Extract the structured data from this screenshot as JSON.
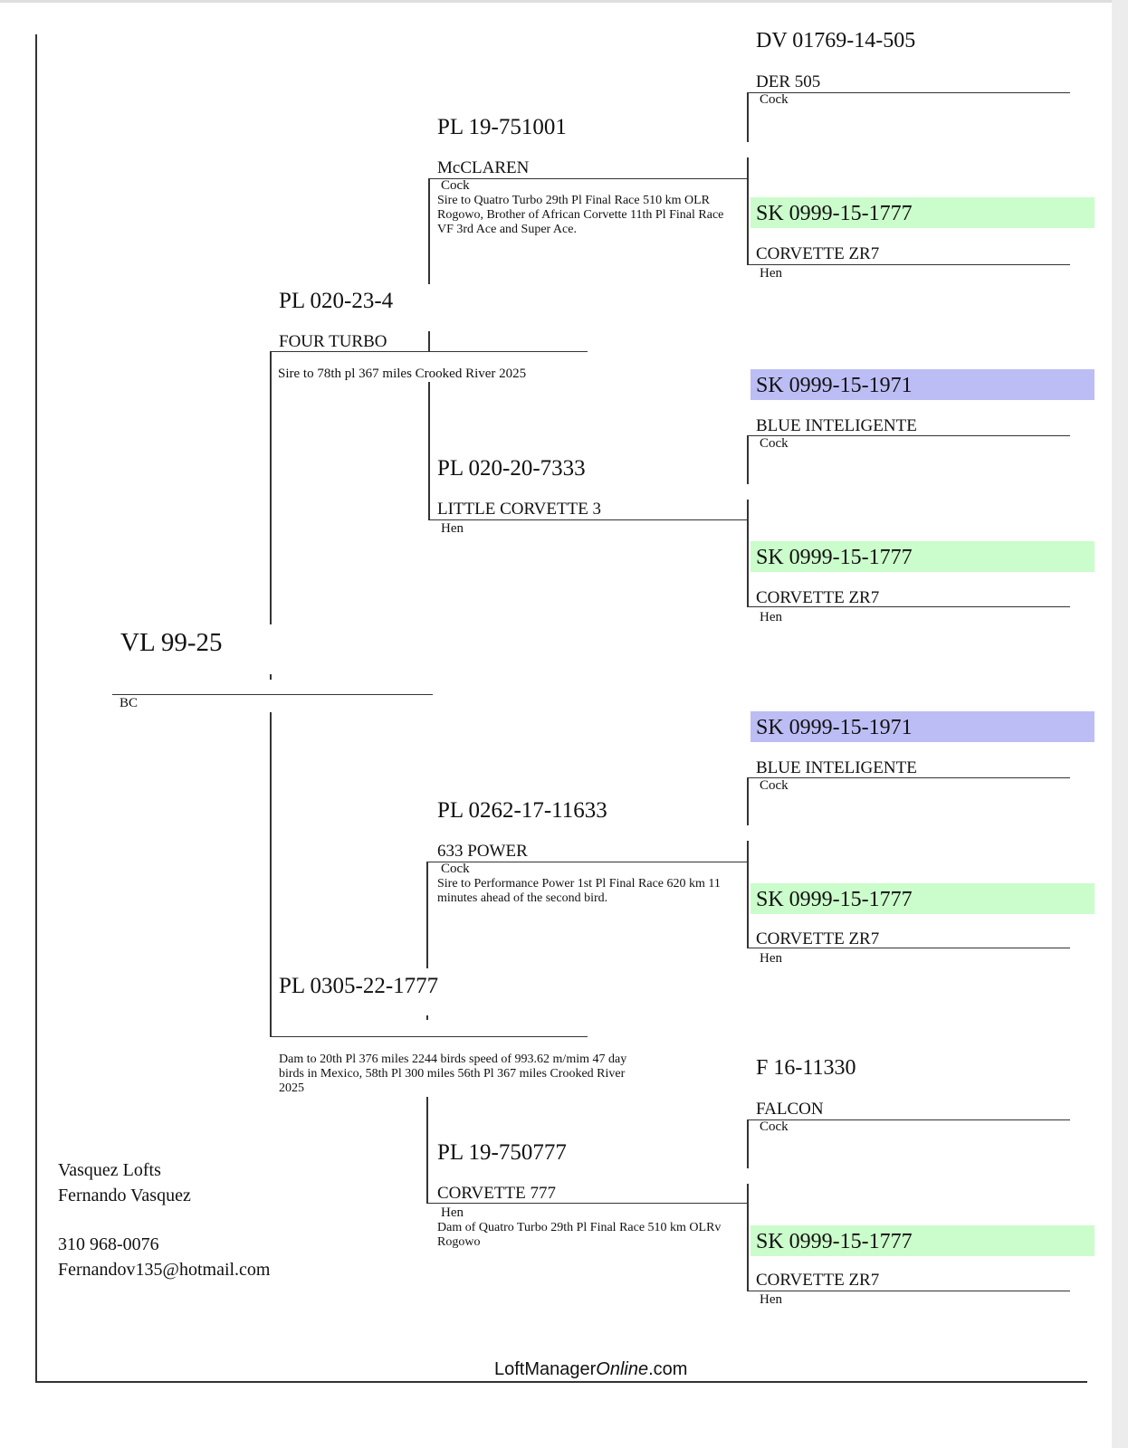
{
  "colors": {
    "green_highlight": "#cbfccb",
    "blue_highlight": "#bdbdf5",
    "line": "#333333"
  },
  "subject": {
    "band": "VL 99-25",
    "sex": "BC"
  },
  "sire": {
    "band": "PL 020-23-4",
    "name": "FOUR TURBO",
    "note": "Sire to 78th pl 367 miles Crooked River 2025"
  },
  "dam": {
    "band": "PL 0305-22-1777",
    "note": "Dam to 20th Pl 376 miles 2244 birds speed of 993.62 m/mim 47 day birds in Mexico, 58th Pl 300 miles 56th Pl 367 miles Crooked River 2025"
  },
  "ss": {
    "band": "PL 19-751001",
    "name": "McCLAREN",
    "sex": "Cock",
    "note": "Sire to Quatro Turbo 29th Pl Final Race 510 km OLR Rogowo, Brother of African Corvette 11th Pl Final Race VF 3rd Ace and Super Ace."
  },
  "sd": {
    "band": "PL 020-20-7333",
    "name": "LITTLE CORVETTE 3",
    "sex": "Hen"
  },
  "ds": {
    "band": "PL 0262-17-11633",
    "name": "633 POWER",
    "sex": "Cock",
    "note": "Sire to Performance Power 1st Pl Final Race 620 km 11 minutes ahead of the second bird."
  },
  "dd": {
    "band": "PL 19-750777",
    "name": "CORVETTE 777",
    "sex": "Hen",
    "note": "Dam of Quatro Turbo 29th Pl Final Race 510 km OLRv Rogowo"
  },
  "gen4": [
    {
      "band": "DV 01769-14-505",
      "name": "DER 505",
      "sex": "Cock",
      "highlight": "none"
    },
    {
      "band": "SK 0999-15-1777",
      "name": "CORVETTE ZR7",
      "sex": "Hen",
      "highlight": "green"
    },
    {
      "band": "SK 0999-15-1971",
      "name": "BLUE INTELIGENTE",
      "sex": "Cock",
      "highlight": "blue"
    },
    {
      "band": "SK 0999-15-1777",
      "name": "CORVETTE ZR7",
      "sex": "Hen",
      "highlight": "green"
    },
    {
      "band": "SK 0999-15-1971",
      "name": "BLUE INTELIGENTE",
      "sex": "Cock",
      "highlight": "blue"
    },
    {
      "band": "SK 0999-15-1777",
      "name": "CORVETTE ZR7",
      "sex": "Hen",
      "highlight": "green"
    },
    {
      "band": "F 16-11330",
      "name": "FALCON",
      "sex": "Cock",
      "highlight": "none"
    },
    {
      "band": "SK 0999-15-1777",
      "name": "CORVETTE ZR7",
      "sex": "Hen",
      "highlight": "green"
    }
  ],
  "breeder": {
    "loft": "Vasquez Lofts",
    "owner": "Fernando Vasquez",
    "phone": "310 968-0076",
    "email": "Fernandov135@hotmail.com"
  },
  "footer": {
    "brand_prefix": "LoftManager",
    "brand_italic": "Online",
    "brand_suffix": ".com"
  }
}
